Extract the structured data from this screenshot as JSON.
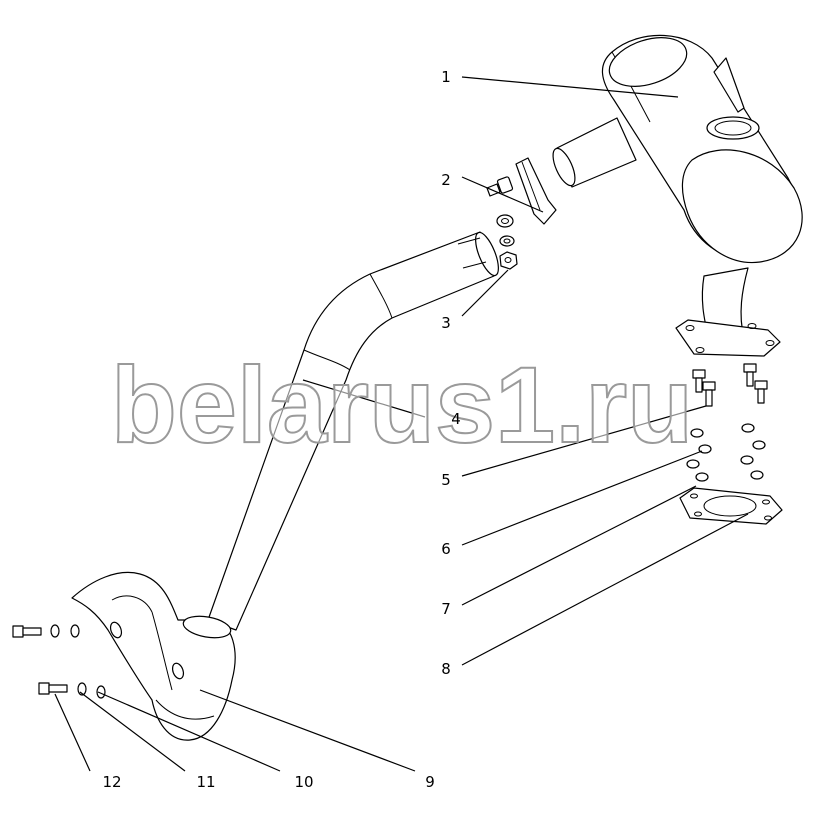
{
  "diagram": {
    "watermark": "belarus1.ru",
    "callouts": [
      "1",
      "2",
      "3",
      "4",
      "5",
      "6",
      "7",
      "8",
      "9",
      "10",
      "11",
      "12"
    ]
  }
}
